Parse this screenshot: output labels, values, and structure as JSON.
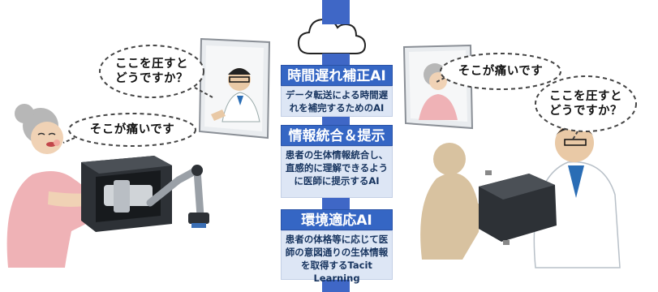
{
  "center": {
    "panels": [
      {
        "title": "時間遅れ補正AI",
        "lines": [
          "データ転送による時間遅",
          "れを補完するためのAI"
        ]
      },
      {
        "title": "情報統合＆提示AI",
        "lines": [
          "患者の生体情報統合し、",
          "直感的に理解できるよう",
          "に医師に提示するAI"
        ]
      },
      {
        "title": "環境適応AI",
        "lines": [
          "患者の体格等に応じて医",
          "師の意図通りの生体情報",
          "を取得するTacit Learning"
        ]
      }
    ]
  },
  "left_scene": {
    "doctor_bubble": [
      "ここを圧すと",
      "どうですか？"
    ],
    "patient_bubble": "そこが痛いです"
  },
  "right_scene": {
    "patient_bubble": "そこが痛いです",
    "doctor_bubble": [
      "ここを圧すと",
      "どうですか？"
    ]
  },
  "colors": {
    "accent": "#3566c4",
    "desc_bg": "#dde6f5"
  }
}
